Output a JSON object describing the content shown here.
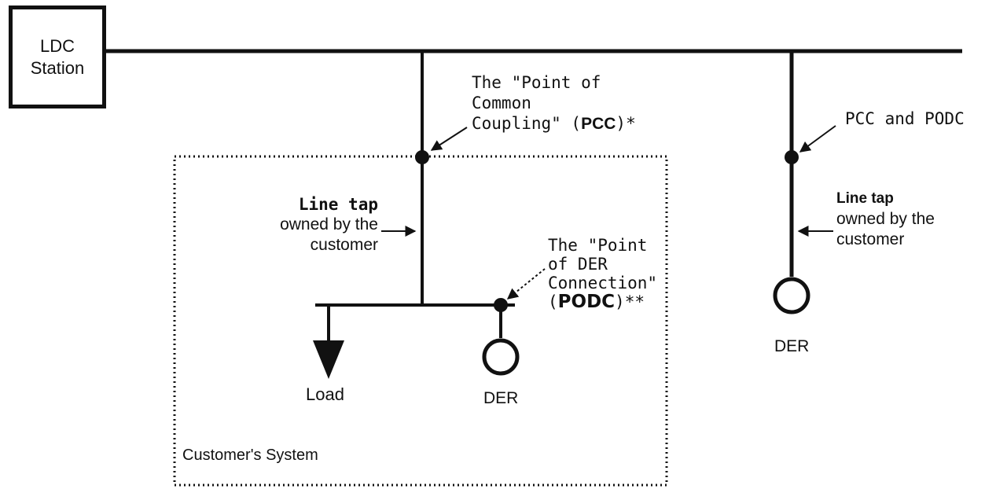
{
  "station": {
    "line1": "LDC",
    "line2": "Station"
  },
  "pcc_label": {
    "line1": "The \"Point of",
    "line2": "Common",
    "line3_prefix": "Coupling\" (",
    "line3_bold": "PCC",
    "line3_suffix": ")*"
  },
  "pcc_podc_label": "PCC and PODC",
  "line_tap_left": {
    "title": "Line tap",
    "line2": "owned by the",
    "line3": "customer"
  },
  "line_tap_right": {
    "title": "Line tap",
    "line2": "owned by the",
    "line3": "customer"
  },
  "podc_label": {
    "line1": "The \"Point",
    "line2": "of DER",
    "line3": "Connection\"",
    "line4_prefix": "(",
    "line4_bold": "PODC",
    "line4_suffix": ")**"
  },
  "load_label": "Load",
  "der_left_label": "DER",
  "der_right_label": "DER",
  "customer_system_label": "Customer's System",
  "colors": {
    "line": "#111111",
    "background": "#ffffff"
  }
}
